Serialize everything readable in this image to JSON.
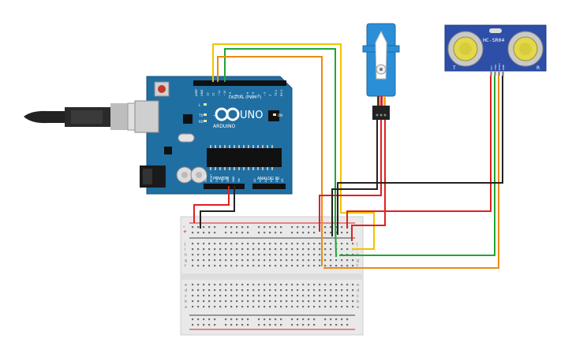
{
  "board": {
    "brand": "ARDUINO",
    "model": "UNO",
    "digital_header": "DIGITAL (PWM~)",
    "power_header": "POWER",
    "analog_header": "ANALOG IN",
    "led_tx": "TX",
    "led_rx": "RX",
    "led_on": "ON",
    "led_l": "L",
    "digital_pins": [
      "AREF",
      "GND",
      "13",
      "12",
      "~11",
      "~10",
      "~9",
      "8",
      "7",
      "~6",
      "~5",
      "4",
      "~3",
      "2",
      "TX 1",
      "RX 0"
    ],
    "power_pins": [
      "IOREF",
      "RESET",
      "3.3V",
      "5V",
      "GND",
      "GND",
      "Vin"
    ],
    "analog_pins": [
      "A0",
      "A1",
      "A2",
      "A3",
      "A4",
      "A5"
    ]
  },
  "sensor": {
    "name": "HC-SR04",
    "left_mark": "T",
    "right_mark": "R",
    "pins": [
      "VCC",
      "TRIG",
      "ECHO",
      "GND"
    ]
  },
  "breadboard": {
    "plus": "+",
    "minus": "-",
    "row_letters_top": [
      "j",
      "i",
      "h",
      "g",
      "f"
    ],
    "row_letters_bottom": [
      "e",
      "d",
      "c",
      "b",
      "a"
    ]
  },
  "colors": {
    "board_blue": "#1f6fa3",
    "wire_red": "#e02020",
    "wire_black": "#222222",
    "wire_yellow": "#f2c200",
    "wire_green": "#1fa637",
    "wire_orange": "#ee8a0e",
    "servo_blue": "#2b8fd8",
    "sensor_blue": "#2e4fa8"
  }
}
